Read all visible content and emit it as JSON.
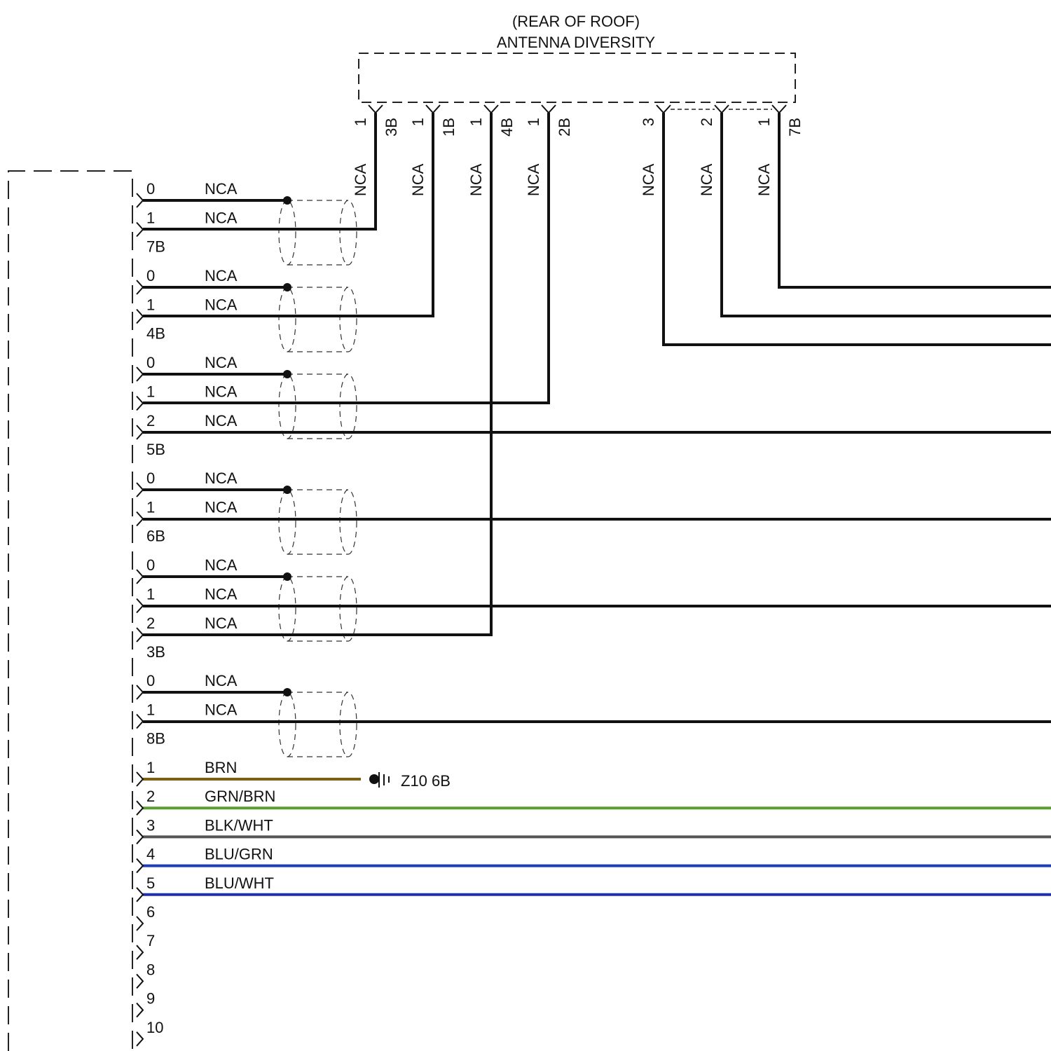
{
  "antenna_module": {
    "title_line1": "(REAR OF ROOF)",
    "title_line2": "ANTENNA DIVERSITY",
    "connectors": [
      {
        "pin": "1",
        "label": "3B",
        "wire": "NCA"
      },
      {
        "pin": "1",
        "label": "1B",
        "wire": "NCA"
      },
      {
        "pin": "1",
        "label": "4B",
        "wire": "NCA"
      },
      {
        "pin": "1",
        "label": "2B",
        "wire": "NCA"
      },
      {
        "pin": "3",
        "label": "",
        "wire": "NCA"
      },
      {
        "pin": "2",
        "label": "",
        "wire": "NCA"
      },
      {
        "pin": "1",
        "label": "7B",
        "wire": "NCA"
      }
    ]
  },
  "left_module": {
    "connector_groups": [
      {
        "label": "7B",
        "pins": [
          {
            "pin": "0",
            "wire": "NCA"
          },
          {
            "pin": "1",
            "wire": "NCA"
          }
        ]
      },
      {
        "label": "4B",
        "pins": [
          {
            "pin": "0",
            "wire": "NCA"
          },
          {
            "pin": "1",
            "wire": "NCA"
          }
        ]
      },
      {
        "label": "5B",
        "pins": [
          {
            "pin": "0",
            "wire": "NCA"
          },
          {
            "pin": "1",
            "wire": "NCA"
          },
          {
            "pin": "2",
            "wire": "NCA"
          }
        ]
      },
      {
        "label": "6B",
        "pins": [
          {
            "pin": "0",
            "wire": "NCA"
          },
          {
            "pin": "1",
            "wire": "NCA"
          }
        ]
      },
      {
        "label": "3B",
        "pins": [
          {
            "pin": "0",
            "wire": "NCA"
          },
          {
            "pin": "1",
            "wire": "NCA"
          },
          {
            "pin": "2",
            "wire": "NCA"
          }
        ]
      },
      {
        "label": "8B",
        "pins": [
          {
            "pin": "0",
            "wire": "NCA"
          },
          {
            "pin": "1",
            "wire": "NCA"
          }
        ]
      }
    ],
    "numbered_pins": [
      {
        "pin": "1",
        "wire": "BRN",
        "color": "#7a6212"
      },
      {
        "pin": "2",
        "wire": "GRN/BRN",
        "color": "#5a9e2e"
      },
      {
        "pin": "3",
        "wire": "BLK/WHT",
        "color": "#555555"
      },
      {
        "pin": "4",
        "wire": "BLU/GRN",
        "color": "#1f3fb0"
      },
      {
        "pin": "5",
        "wire": "BLU/WHT",
        "color": "#1f2fb0"
      },
      {
        "pin": "6",
        "wire": ""
      },
      {
        "pin": "7",
        "wire": ""
      },
      {
        "pin": "8",
        "wire": ""
      },
      {
        "pin": "9",
        "wire": ""
      },
      {
        "pin": "10",
        "wire": ""
      }
    ]
  },
  "ground": {
    "label": "Z10 6B"
  }
}
